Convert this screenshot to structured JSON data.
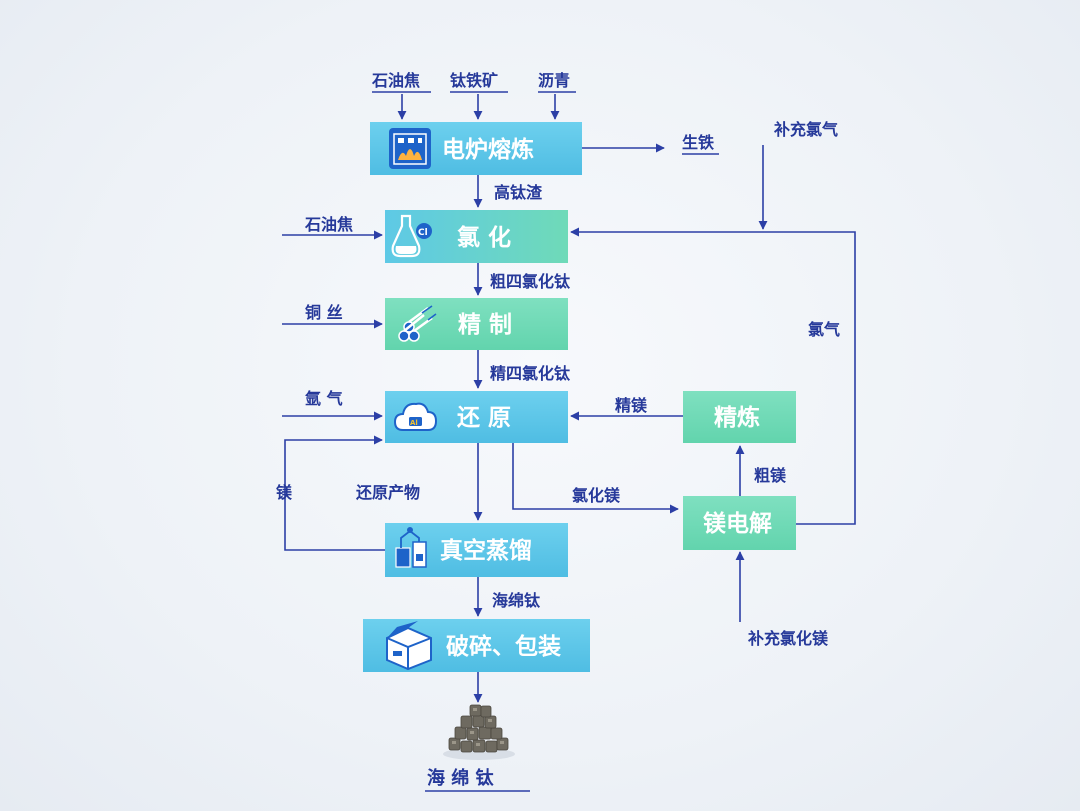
{
  "colors": {
    "box_blue": "#5cc6e8",
    "box_green": "#6fdab8",
    "line": "#2c3fa6",
    "label": "#26399a"
  },
  "inputs": {
    "petroleum_coke": "石油焦",
    "ilmenite": "钛铁矿",
    "asphalt": "沥青",
    "petroleum_coke_2": "石油焦",
    "copper_wire": "铜 丝",
    "argon": "氩 气",
    "supplement_chlorine": "补充氯气",
    "supplement_mgcl2": "补充氯化镁"
  },
  "processes": {
    "electric_furnace_smelting": "电炉熔炼",
    "chlorination": "氯 化",
    "refining": "精 制",
    "reduction": "还 原",
    "vacuum_distillation": "真空蒸馏",
    "crushing_packaging": "破碎、包装",
    "mg_refining": "精炼",
    "mg_electrolysis": "镁电解"
  },
  "flows": {
    "pig_iron": "生铁",
    "high_ti_slag": "高钛渣",
    "crude_ticl4": "粗四氯化钛",
    "refined_ticl4": "精四氯化钛",
    "refined_mg": "精镁",
    "crude_mg": "粗镁",
    "mgcl2": "氯化镁",
    "chlorine": "氯气",
    "magnesium": "镁",
    "reduction_product": "还原产物",
    "sponge_ti": "海绵钛"
  },
  "product": {
    "name": "海  绵  钛",
    "icon": "sponge-titanium-pellets-icon"
  },
  "icons": {
    "electric_furnace_smelting": "furnace-icon",
    "chlorination": "chlorine-flask-icon",
    "refining": "pipes-icon",
    "reduction": "cloud-icon",
    "vacuum_distillation": "distillation-apparatus-icon",
    "crushing_packaging": "package-box-icon"
  }
}
